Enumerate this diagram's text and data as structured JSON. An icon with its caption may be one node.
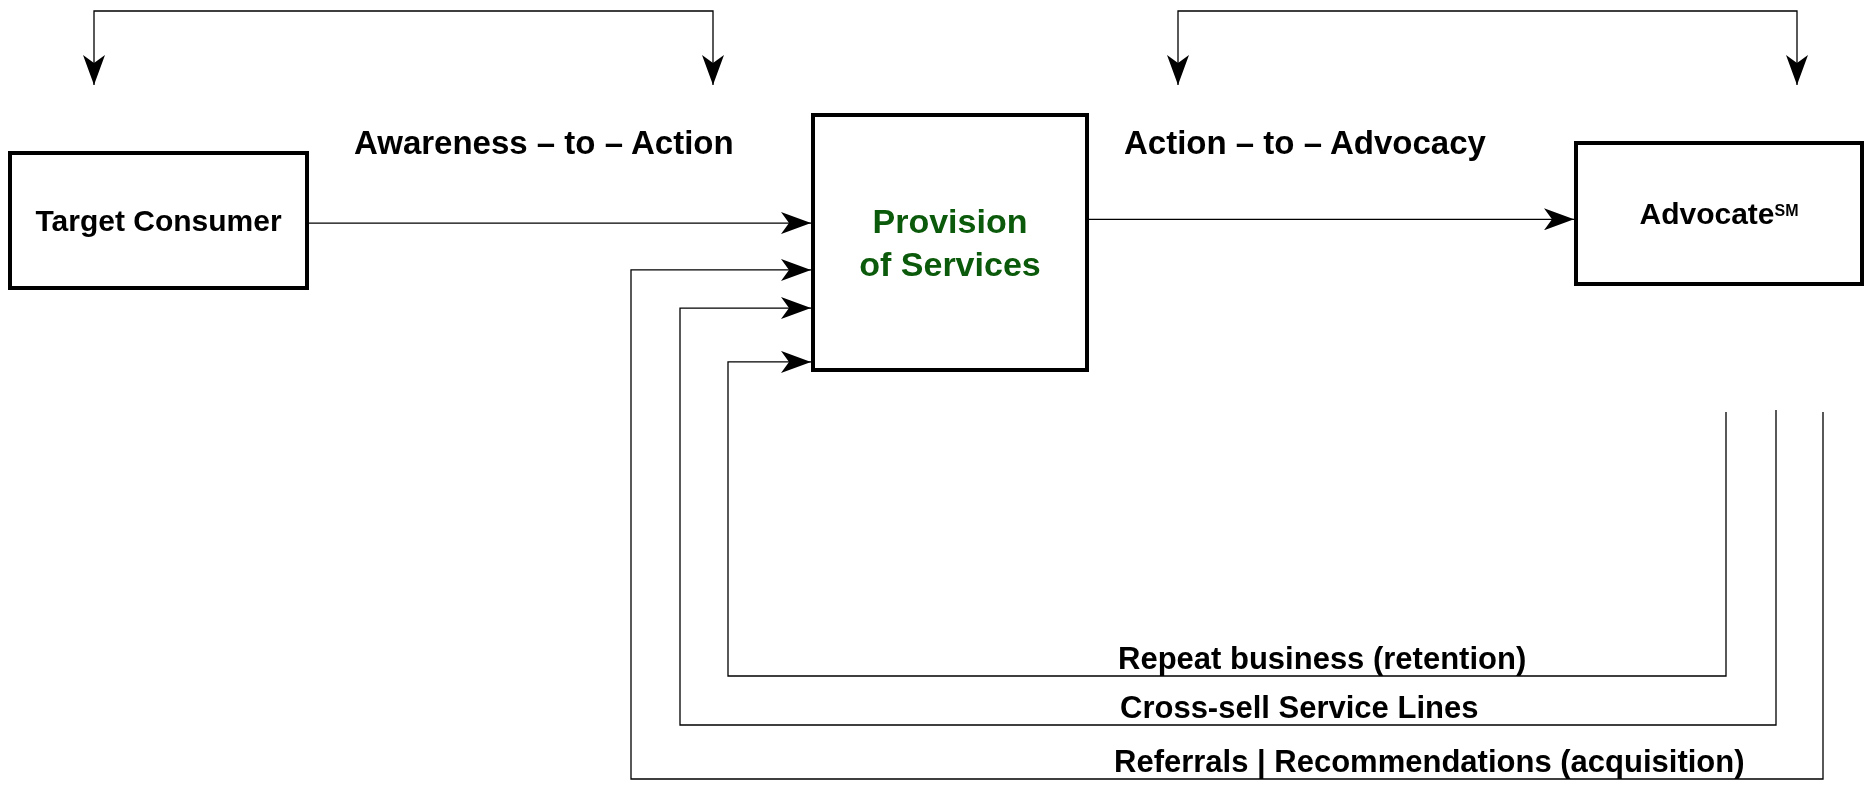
{
  "diagram": {
    "nodes": [
      {
        "text": [
          "Target Consumer"
        ]
      },
      {
        "text": [
          "Provision of Services"
        ]
      },
      {
        "text": [
          "Advocate$^{SM}$"
        ]
      }
    ],
    "edges": [
      {
        "from": 0,
        "to": 1,
        "arrow": "to",
        "label": "Awareness – to – Action"
      },
      {
        "from": 1,
        "to": 2,
        "arrow": "to",
        "label": "Action – to – Advocacy"
      },
      {
        "from": null,
        "to": 1,
        "arrow": "to",
        "label": "Repeat business (retention)"
      },
      {
        "from": null,
        "to": 1,
        "arrow": "to",
        "label": "Cross-sell Service Lines"
      },
      {
        "from": null,
        "to": 1,
        "arrow": "to",
        "label": "Referrals | Recommendations (acquisition)"
      }
    ]
  }
}
